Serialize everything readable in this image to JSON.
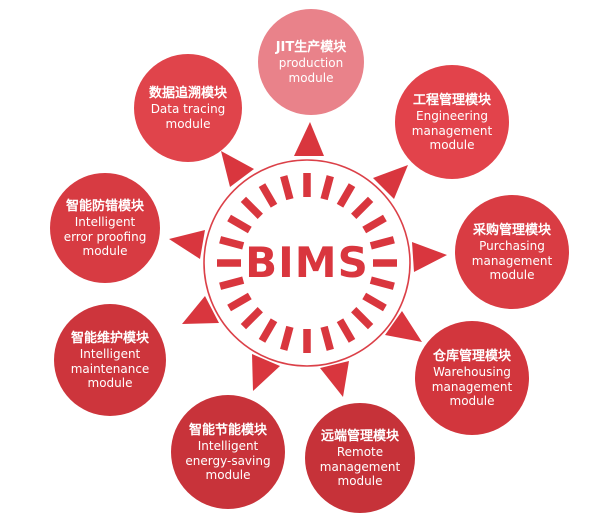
{
  "center": {
    "label": "BIMS",
    "accent_color": "#d9363e"
  },
  "nodes": [
    {
      "zh": "JIT生产模块",
      "en": "production module",
      "color": "#e9828a"
    },
    {
      "zh": "工程管理模块",
      "en": "Engineering management module",
      "color": "#e2434b"
    },
    {
      "zh": "采购管理模块",
      "en": "Purchasing management module",
      "color": "#d93c43"
    },
    {
      "zh": "仓库管理模块",
      "en": "Warehousing management module",
      "color": "#d2363d"
    },
    {
      "zh": "远端管理模块",
      "en": "Remote management module",
      "color": "#c63239"
    },
    {
      "zh": "智能节能模块",
      "en": "Intelligent energy-saving module",
      "color": "#c8333a"
    },
    {
      "zh": "智能维护模块",
      "en": "Intelligent maintenance module",
      "color": "#cd353c"
    },
    {
      "zh": "智能防错模块",
      "en": "Intelligent error proofing module",
      "color": "#d73b42"
    },
    {
      "zh": "数据追溯模块",
      "en": "Data tracing module",
      "color": "#e0444b"
    }
  ]
}
